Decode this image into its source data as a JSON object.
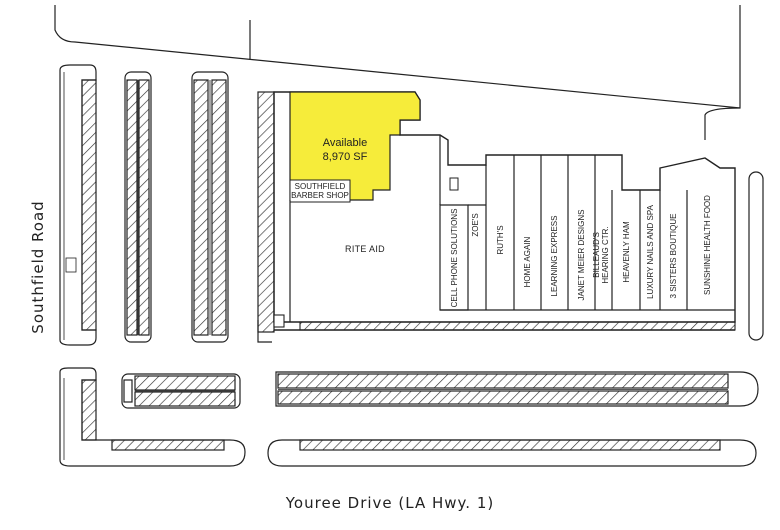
{
  "available": {
    "label": "Available",
    "area": "8,970 SF"
  },
  "roads": {
    "left": "Southfield   Road",
    "bottom": "Youree     Drive      (LA Hwy. 1)"
  },
  "tenants": {
    "barber_line1": "SOUTHFIELD",
    "barber_line2": "BARBER SHOP",
    "rite_aid": "RITE AID",
    "cell_phone": "CELL PHONE SOLUTIONS",
    "zoes": "ZOE'S",
    "ruths": "RUTH'S",
    "home_again": "HOME AGAIN",
    "learning_express": "LEARNING EXPRESS",
    "janet_meier": "JANET MEIER DESIGNS",
    "billeaud_line1": "BILLEAUD'S",
    "billeaud_line2": "HEARING CTR.",
    "heavenly_ham": "HEAVENLY HAM",
    "luxury_nails": "LUXURY NAILS AND SPA",
    "three_sisters": "3 SISTERS BOUTIQUE",
    "sunshine": "SUNSHINE HEALTH FOOD"
  },
  "colors": {
    "available_fill": "#f6ec3a",
    "line": "#222222",
    "hatch": "#333333"
  }
}
